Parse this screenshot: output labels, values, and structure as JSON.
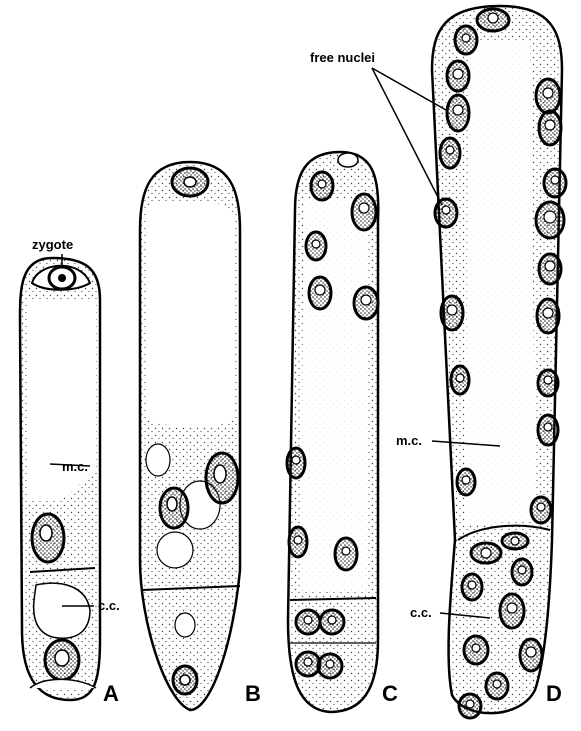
{
  "figure": {
    "panels": {
      "a": "A",
      "b": "B",
      "c": "C",
      "d": "D"
    },
    "labels": {
      "zygote": "zygote",
      "mc_a": "m.c.",
      "cc_a": "c.c.",
      "free_nuclei": "free nuclei",
      "mc_d": "m.c.",
      "cc_d": "c.c."
    },
    "colors": {
      "ink": "#000000",
      "paper": "#ffffff",
      "stipple": "#555555"
    }
  }
}
